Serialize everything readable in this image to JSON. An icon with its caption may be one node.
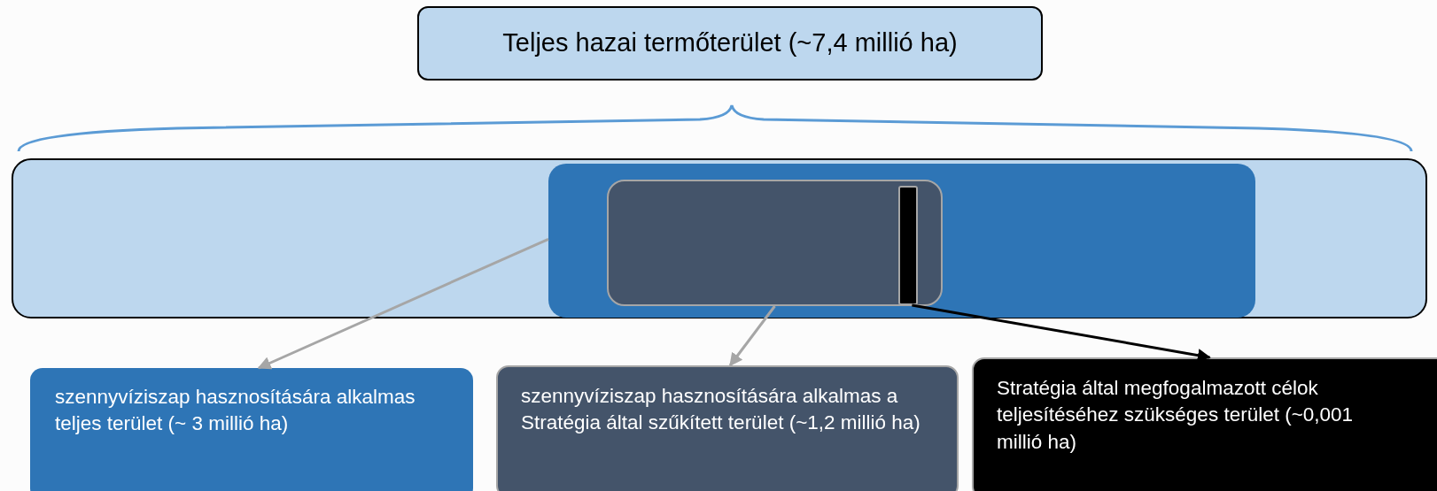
{
  "diagram": {
    "nodes": [
      {
        "text": [
          "Teljes hazai termőterület (~7,4 millió ha)"
        ]
      },
      {
        "text": [],
        "shape": "box"
      },
      {
        "text": [],
        "shape": "box",
        "in": 1
      },
      {
        "text": [],
        "shape": "box",
        "in": 2
      },
      {
        "text": [],
        "shape": "bar",
        "in": 3
      },
      {
        "text": [
          "szennyvíziszap hasznosítására alkalmas teljes terület (~ 3 millió ha)"
        ]
      },
      {
        "text": [
          "szennyvíziszap hasznosítására alkalmas a Stratégia által szűkített terület (~1,2 millió ha)"
        ]
      },
      {
        "text": [
          "Stratégia által megfogalmazott célok teljesítéséhez szükséges terület (~0,001 millió ha)"
        ]
      }
    ],
    "edges": [
      {
        "from": 2,
        "to": 5,
        "arrow": "to"
      },
      {
        "from": 3,
        "to": 6,
        "arrow": "to"
      },
      {
        "from": 4,
        "to": 7,
        "arrow": "to",
        "color": "#000000"
      }
    ]
  }
}
